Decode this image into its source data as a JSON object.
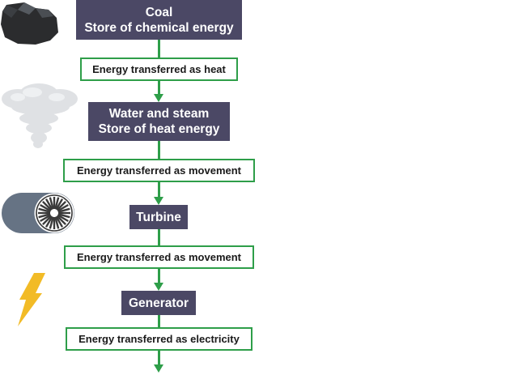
{
  "flow": {
    "stages": [
      {
        "line1": "Coal",
        "line2": "Store of chemical energy"
      },
      {
        "line1": "Water and steam",
        "line2": "Store of heat energy"
      },
      {
        "line1": "Turbine"
      },
      {
        "line1": "Generator"
      }
    ],
    "transfers": [
      "Energy transferred as heat",
      "Energy transferred as movement",
      "Energy transferred as movement",
      "Energy transferred as electricity"
    ]
  },
  "icons": [
    "coal-icon",
    "steam-cloud-icon",
    "turbine-icon",
    "lightning-bolt-icon"
  ],
  "colors": {
    "stage_fill": "#4b4865",
    "flow_green": "#2e9e49",
    "coal": "#2b2c2e",
    "steam": "#dfe1e4",
    "turbine_body": "#667384",
    "lightning": "#f2bb26"
  }
}
